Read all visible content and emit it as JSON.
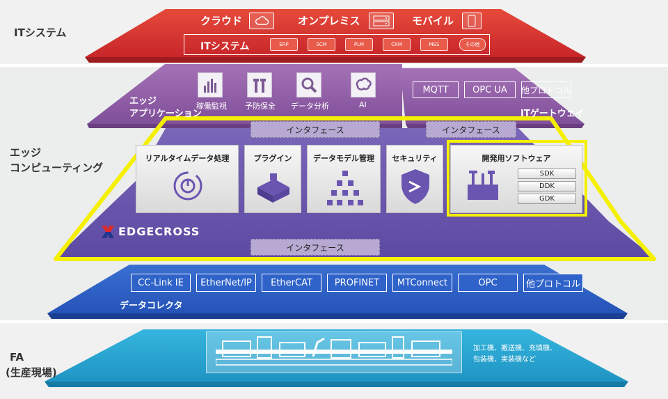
{
  "side_labels": {
    "it": "ITシステム",
    "edge_line1": "エッジ",
    "edge_line2": "コンピューティング",
    "fa_line1": "FA",
    "fa_line2": "(生産現場)"
  },
  "it_layer": {
    "cloud": "クラウド",
    "onpremise": "オンプレミス",
    "mobile": "モバイル",
    "it_system": "ITシステム",
    "systems": [
      "ERP",
      "SCM",
      "PLM",
      "CRM",
      "MES"
    ],
    "other": "その他"
  },
  "edge_app_layer": {
    "title_line1": "エッジ",
    "title_line2": "アプリケーション",
    "apps": [
      "稼働監視",
      "予防保全",
      "データ分析",
      "AI"
    ]
  },
  "it_gateway": {
    "title": "ITゲートウェイ",
    "protocols": [
      "MQTT",
      "OPC UA",
      "他プロトコル"
    ]
  },
  "edgecross": {
    "interface_top": "インタフェース",
    "interface_gateway": "インタフェース",
    "interface_bottom": "インタフェース",
    "logo": "EDGECROSS",
    "functions": [
      "リアルタイムデータ処理",
      "プラグイン",
      "データモデル管理",
      "セキュリティ"
    ],
    "dev_software": "開発用ソフトウェア",
    "kits": [
      "SDK",
      "DDK",
      "GDK"
    ]
  },
  "data_collector": {
    "title": "データコレクタ",
    "protocols": [
      "CC-Link IE",
      "EtherNet/IP",
      "EtherCAT",
      "PROFINET",
      "MTConnect",
      "OPC",
      "他プロトコル"
    ]
  },
  "fa_layer": {
    "machines_line1": "加工機、搬送機、充填機、",
    "machines_line2": "包装機、実装機など"
  },
  "colors": {
    "it_red": "#d83a32",
    "edge_purple": "#8f5ea8",
    "edgecross_violet": "#6652a8",
    "collector_blue": "#2d5fc4",
    "fa_cyan": "#29a3cf",
    "highlight_yellow": "#f5f000"
  }
}
